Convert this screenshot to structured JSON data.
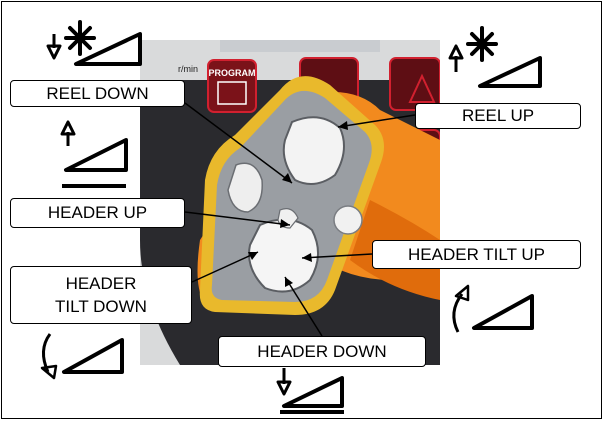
{
  "callouts": {
    "reel_down": "REEL DOWN",
    "reel_up": "REEL UP",
    "header_up": "HEADER UP",
    "header_tilt_up": "HEADER TILT UP",
    "header_tilt_down_line1": "HEADER",
    "header_tilt_down_line2": "TILT DOWN",
    "header_down": "HEADER DOWN"
  },
  "console": {
    "speed_unit": "r/min",
    "program_button": "PROGRAM"
  },
  "colors": {
    "handle_orange": "#f28a1e",
    "handle_rim": "#e9b92c",
    "panel_gray": "#9a9ea3",
    "console_dark": "#2a2a2e",
    "warning_red": "#d1202f",
    "frame": "#000000"
  },
  "icons": [
    "reel-down-symbol-icon",
    "reel-up-symbol-icon",
    "header-up-symbol-icon",
    "header-tilt-up-symbol-icon",
    "header-tilt-down-symbol-icon",
    "header-down-symbol-icon"
  ]
}
